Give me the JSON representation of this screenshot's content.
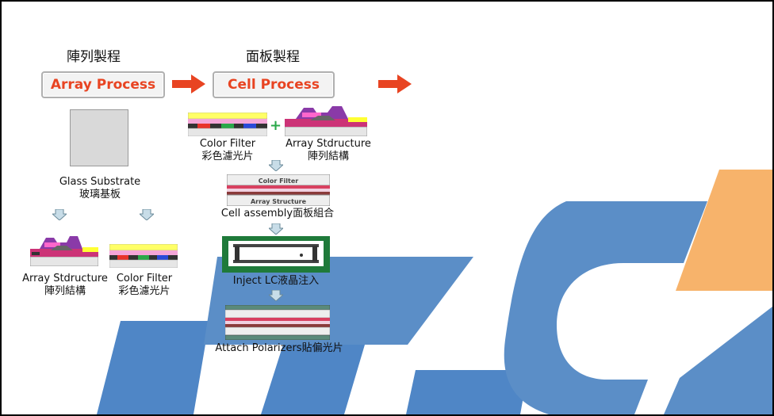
{
  "headings": {
    "array": "陣列製程",
    "cell": "面板製程"
  },
  "process_boxes": {
    "array": "Array Process",
    "cell": "Cell Process"
  },
  "left_column": {
    "glass_en": "Glass Substrate",
    "glass_zh": "玻璃基板",
    "array_en": "Array Stdructure",
    "array_zh": "陣列結構",
    "cf_en": "Color Filter",
    "cf_zh": "彩色濾光片"
  },
  "right_column": {
    "cf_en": "Color Filter",
    "cf_zh": "彩色濾光片",
    "plus": "+",
    "array_en": "Array Stdructure",
    "array_zh": "陣列結構",
    "cell_assembly": "Cell assembly面板組合",
    "inject_lc": "Inject LC液晶注入",
    "attach_polarizers": "Attach Polarizers貼偏光片"
  },
  "mini_panel_text": {
    "color_filter": "Color Filter",
    "array_structure": "Array Structure"
  },
  "colors": {
    "process_text": "#e84422",
    "arrow": "#e84422",
    "logo_blue": "#5b8ec7",
    "logo_orange": "#f7b36b",
    "logo_dark_blue": "#3f74b5"
  },
  "icons": {
    "arrow_right": "right-arrow-icon",
    "arrow_down": "down-arrow-icon"
  }
}
